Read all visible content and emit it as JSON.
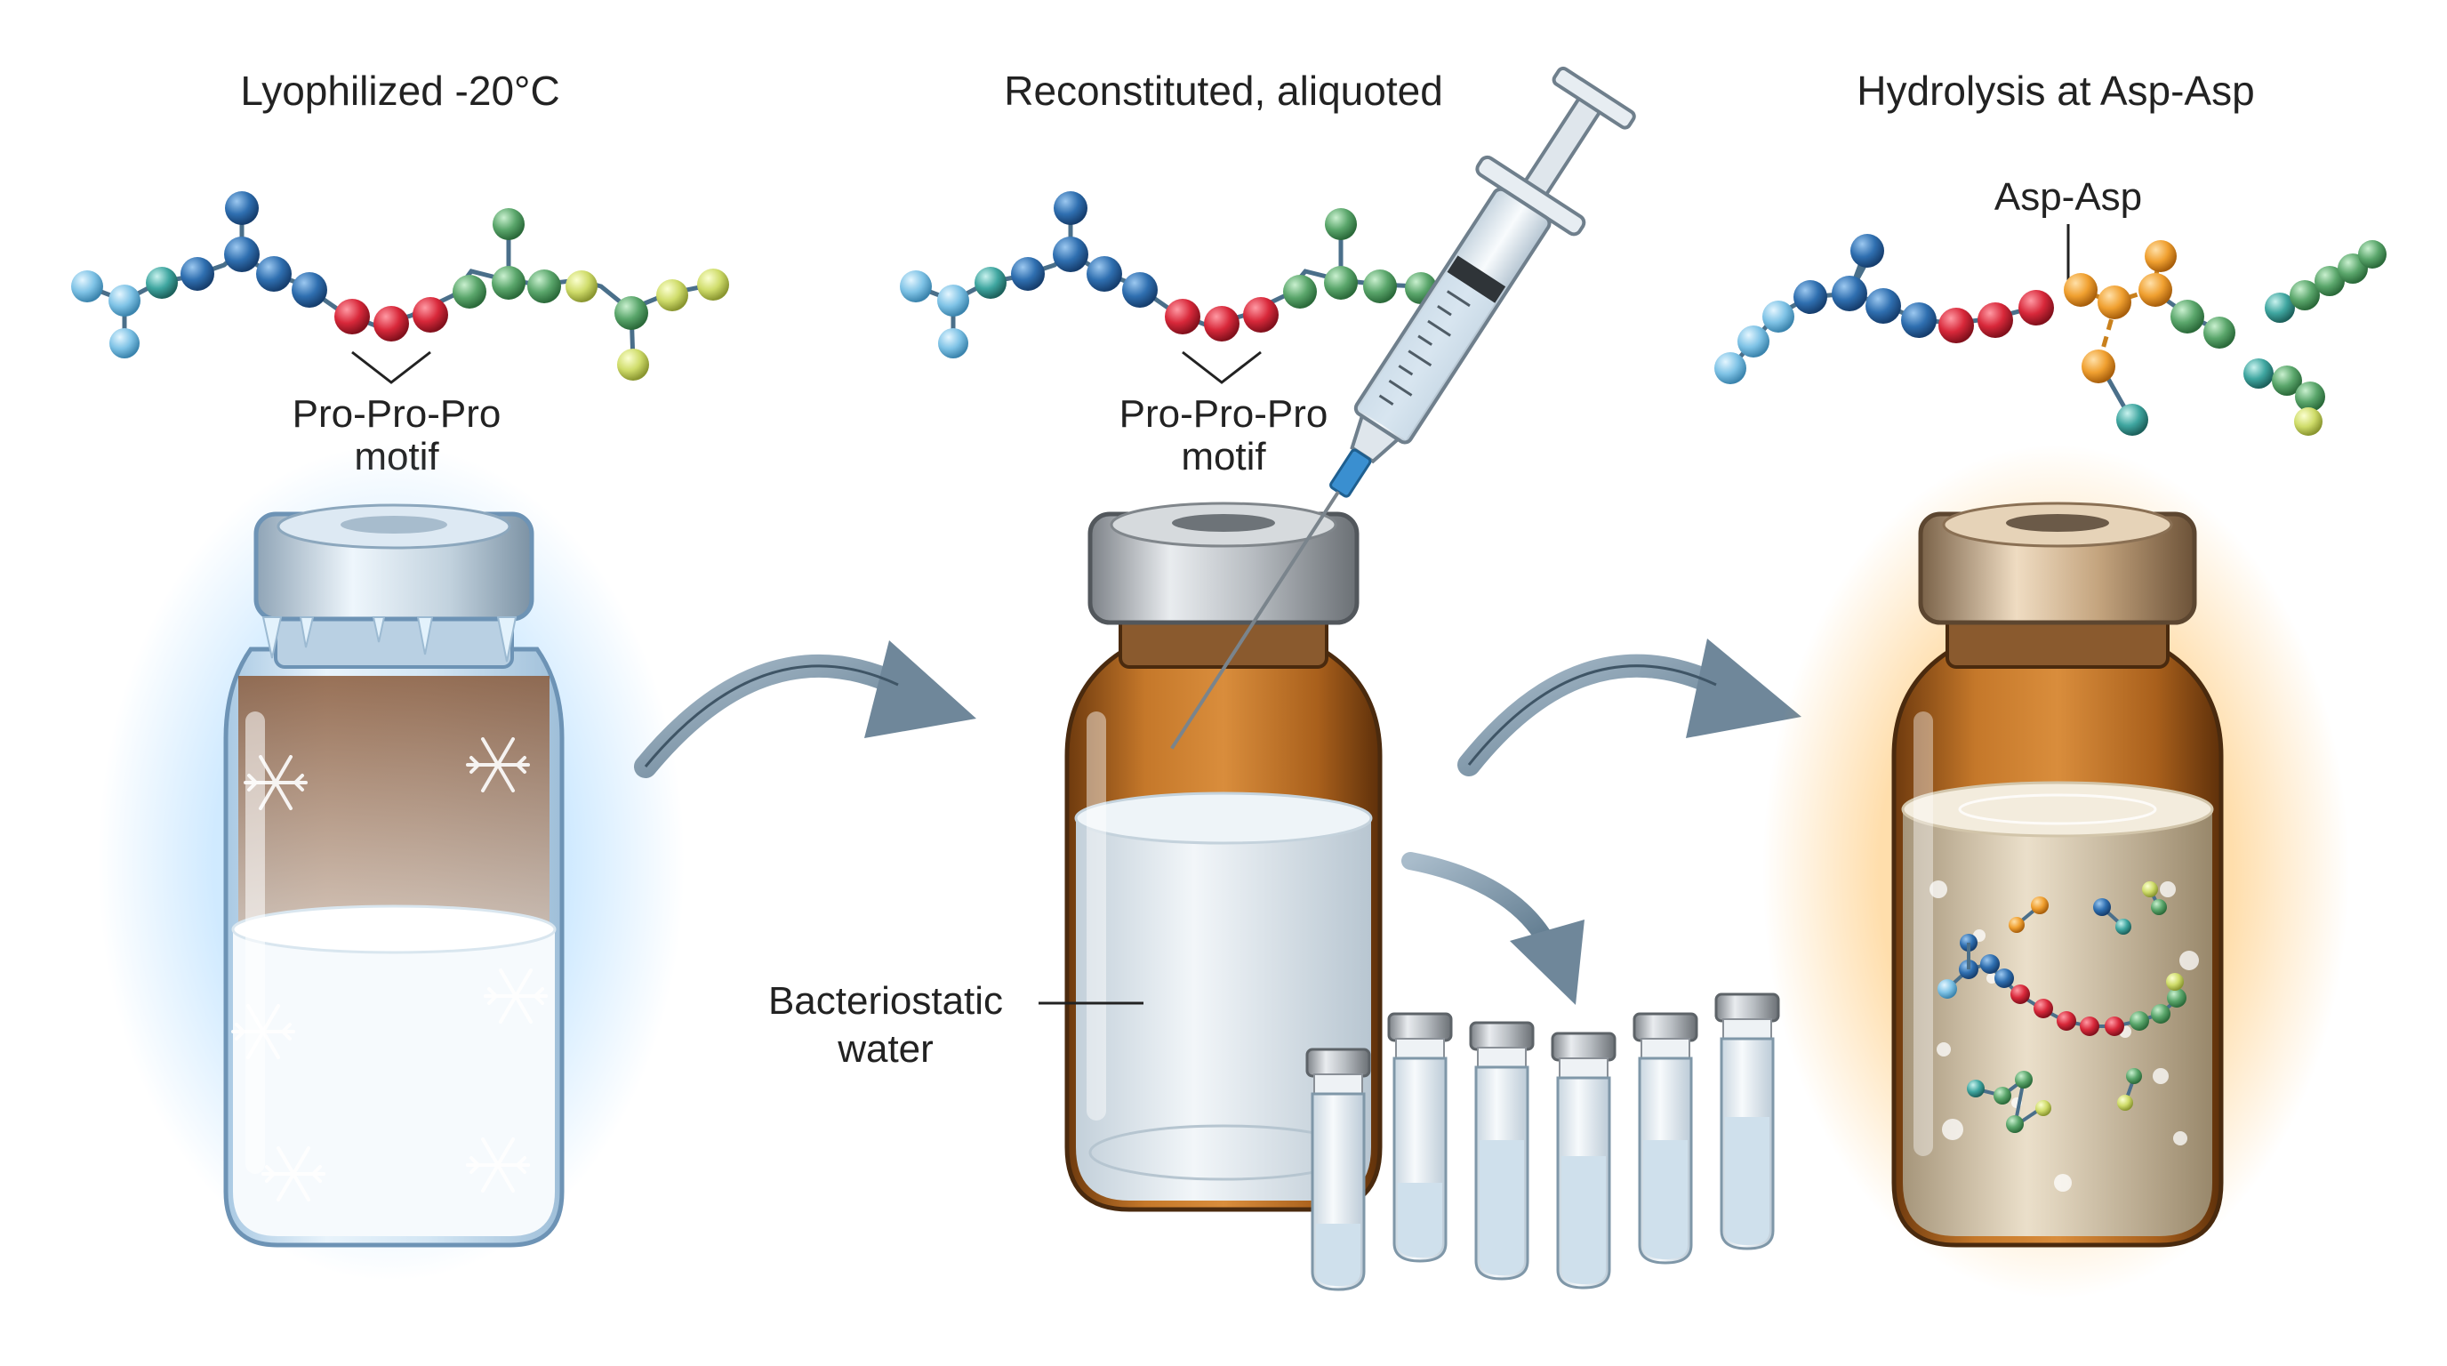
{
  "panels": [
    {
      "title": "Lyophilized -20°C",
      "motif_line1": "Pro-Pro-Pro",
      "motif_line2": "motif"
    },
    {
      "title": "Reconstituted, aliquoted",
      "motif_line1": "Pro-Pro-Pro",
      "motif_line2": "motif",
      "water_line1": "Bacteriostatic",
      "water_line2": "water"
    },
    {
      "title": "Hydrolysis at Asp-Asp",
      "cleavage_label": "Asp-Asp"
    }
  ],
  "colors": {
    "blue_dark": "#2f6fb0",
    "blue_light": "#7fc3e6",
    "proline_red": "#d8283a",
    "green": "#5aa66b",
    "yellow_green": "#cfdc6a",
    "asp_orange": "#f0a030",
    "frost_glow": "#9fd4ff",
    "warm_glow": "#ffb84d",
    "amber_glass": "#b8641c",
    "arrow": "#7f97a8"
  },
  "icons": [
    "snowflake-icon",
    "syringe-icon",
    "curved-arrow-icon",
    "vial-icon",
    "cryo-tube-icon",
    "peptide-chain-icon"
  ]
}
